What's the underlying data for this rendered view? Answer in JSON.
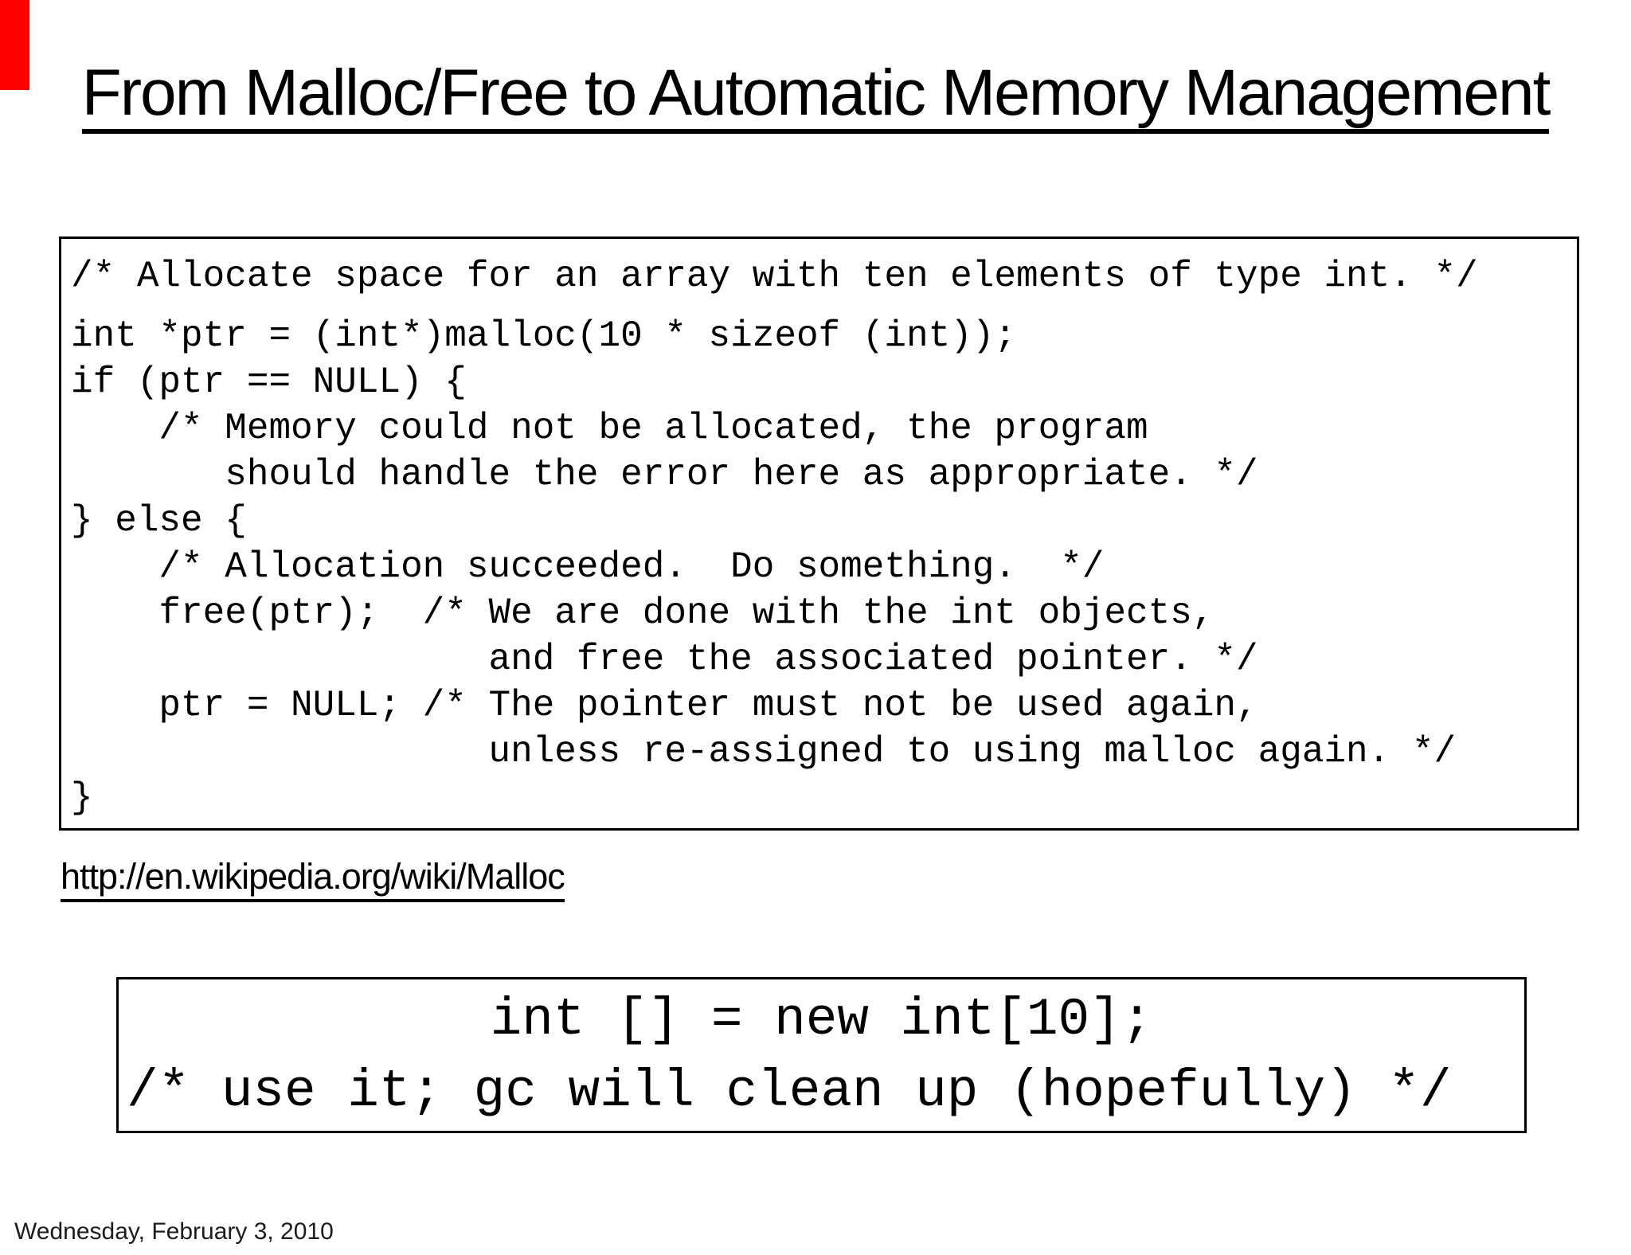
{
  "slide": {
    "red_marker_color": "#ff0000",
    "title": "From Malloc/Free to Automatic Memory Management",
    "code_box_c": {
      "comment_line": "/* Allocate space for an array with ten elements of type int. */",
      "body": "int *ptr = (int*)malloc(10 * sizeof (int));\nif (ptr == NULL) {\n    /* Memory could not be allocated, the program\n       should handle the error here as appropriate. */\n} else {\n    /* Allocation succeeded.  Do something.  */\n    free(ptr);  /* We are done with the int objects,\n                   and free the associated pointer. */\n    ptr = NULL; /* The pointer must not be used again,\n                   unless re-assigned to using malloc again. */\n}"
    },
    "link": "http://en.wikipedia.org/wiki/Malloc",
    "code_box_java": {
      "line1": "int [] = new int[10];",
      "line2": "/* use it; gc will clean up (hopefully) */"
    },
    "footer_date": "Wednesday, February 3, 2010"
  }
}
